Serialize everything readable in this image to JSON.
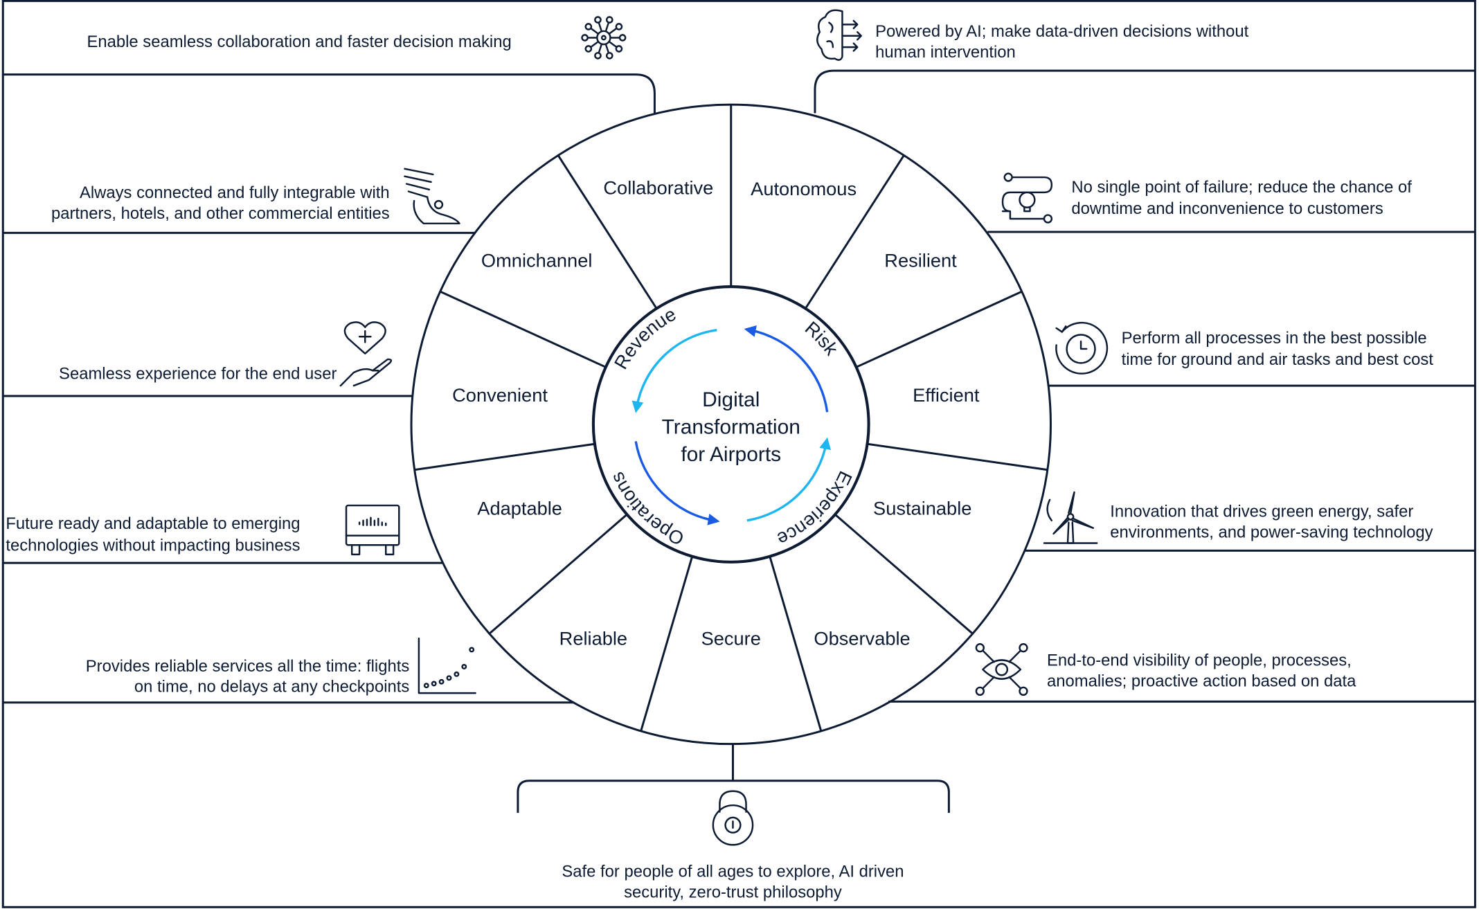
{
  "center": {
    "title_lines": [
      "Digital",
      "Transformation",
      "for Airports"
    ]
  },
  "cycle_labels": {
    "revenue": "Revenue",
    "risk": "Risk",
    "experience": "Experience",
    "operations": "Operations"
  },
  "colors": {
    "cyan": "#1eb6f0",
    "blue": "#1a5be3",
    "line": "#0d1b33"
  },
  "segments": [
    "Collaborative",
    "Autonomous",
    "Resilient",
    "Efficient",
    "Sustainable",
    "Observable",
    "Secure",
    "Reliable",
    "Adaptable",
    "Convenient",
    "Omnichannel"
  ],
  "descriptions": {
    "collaborative": {
      "lines": [
        "Enable seamless collaboration and faster decision making"
      ],
      "icon": "network-icon"
    },
    "autonomous": {
      "lines": [
        "Powered by AI; make data-driven decisions without",
        "human intervention"
      ],
      "icon": "ai-brain-icon"
    },
    "omnichannel": {
      "lines": [
        "Always connected and fully integrable with",
        "partners, hotels, and other commercial entities"
      ],
      "icon": "winged-foot-icon"
    },
    "resilient": {
      "lines": [
        "No single point of failure; reduce the chance of",
        "downtime and inconvenience to customers"
      ],
      "icon": "idea-path-icon"
    },
    "convenient": {
      "lines": [
        "Seamless experience for the end user"
      ],
      "icon": "heart-hand-icon"
    },
    "efficient": {
      "lines": [
        "Perform all processes in the best possible",
        "time for ground and air tasks and best cost"
      ],
      "icon": "clock-icon"
    },
    "adaptable": {
      "lines": [
        "Future ready and adaptable to emerging",
        "technologies without impacting business"
      ],
      "icon": "device-icon"
    },
    "sustainable": {
      "lines": [
        "Innovation that drives green energy, safer",
        "environments, and power-saving technology"
      ],
      "icon": "wind-turbine-icon"
    },
    "reliable": {
      "lines": [
        "Provides reliable services all the time: flights",
        "on time, no delays at any checkpoints"
      ],
      "icon": "scatter-chart-icon"
    },
    "observable": {
      "lines": [
        "End-to-end visibility of people, processes,",
        "anomalies; proactive action based on data"
      ],
      "icon": "eye-network-icon"
    },
    "secure": {
      "lines": [
        "Safe for people of all ages to explore, AI driven",
        "security, zero-trust philosophy"
      ],
      "icon": "lock-icon"
    }
  }
}
